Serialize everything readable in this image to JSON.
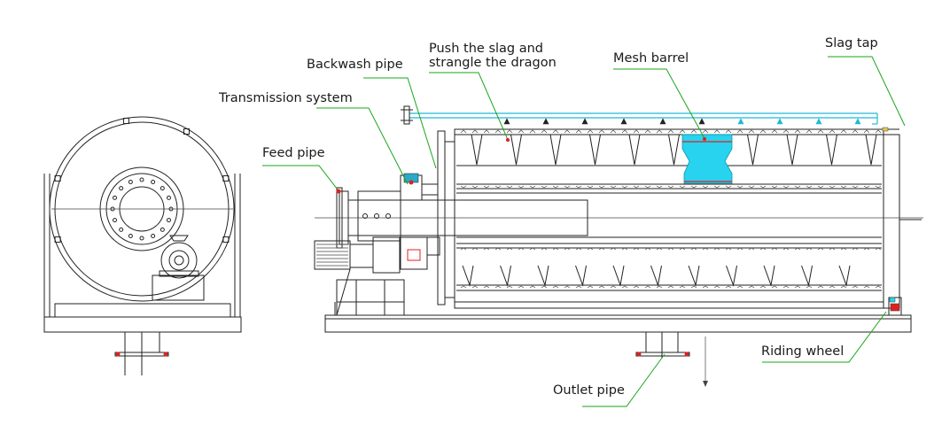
{
  "labels": {
    "backwash_pipe": "Backwash pipe",
    "push_slag_line1": "Push the slag and",
    "push_slag_line2": "strangle the dragon",
    "mesh_barrel": "Mesh barrel",
    "slag_tap": "Slag tap",
    "transmission_system": "Transmission system",
    "feed_pipe": "Feed pipe",
    "riding_wheel": "Riding wheel",
    "outlet_pipe": "Outlet pipe"
  },
  "colors": {
    "line": "#222222",
    "leader": "#1aa51a",
    "water": "#27d3ee",
    "highlight": "#e02020"
  }
}
